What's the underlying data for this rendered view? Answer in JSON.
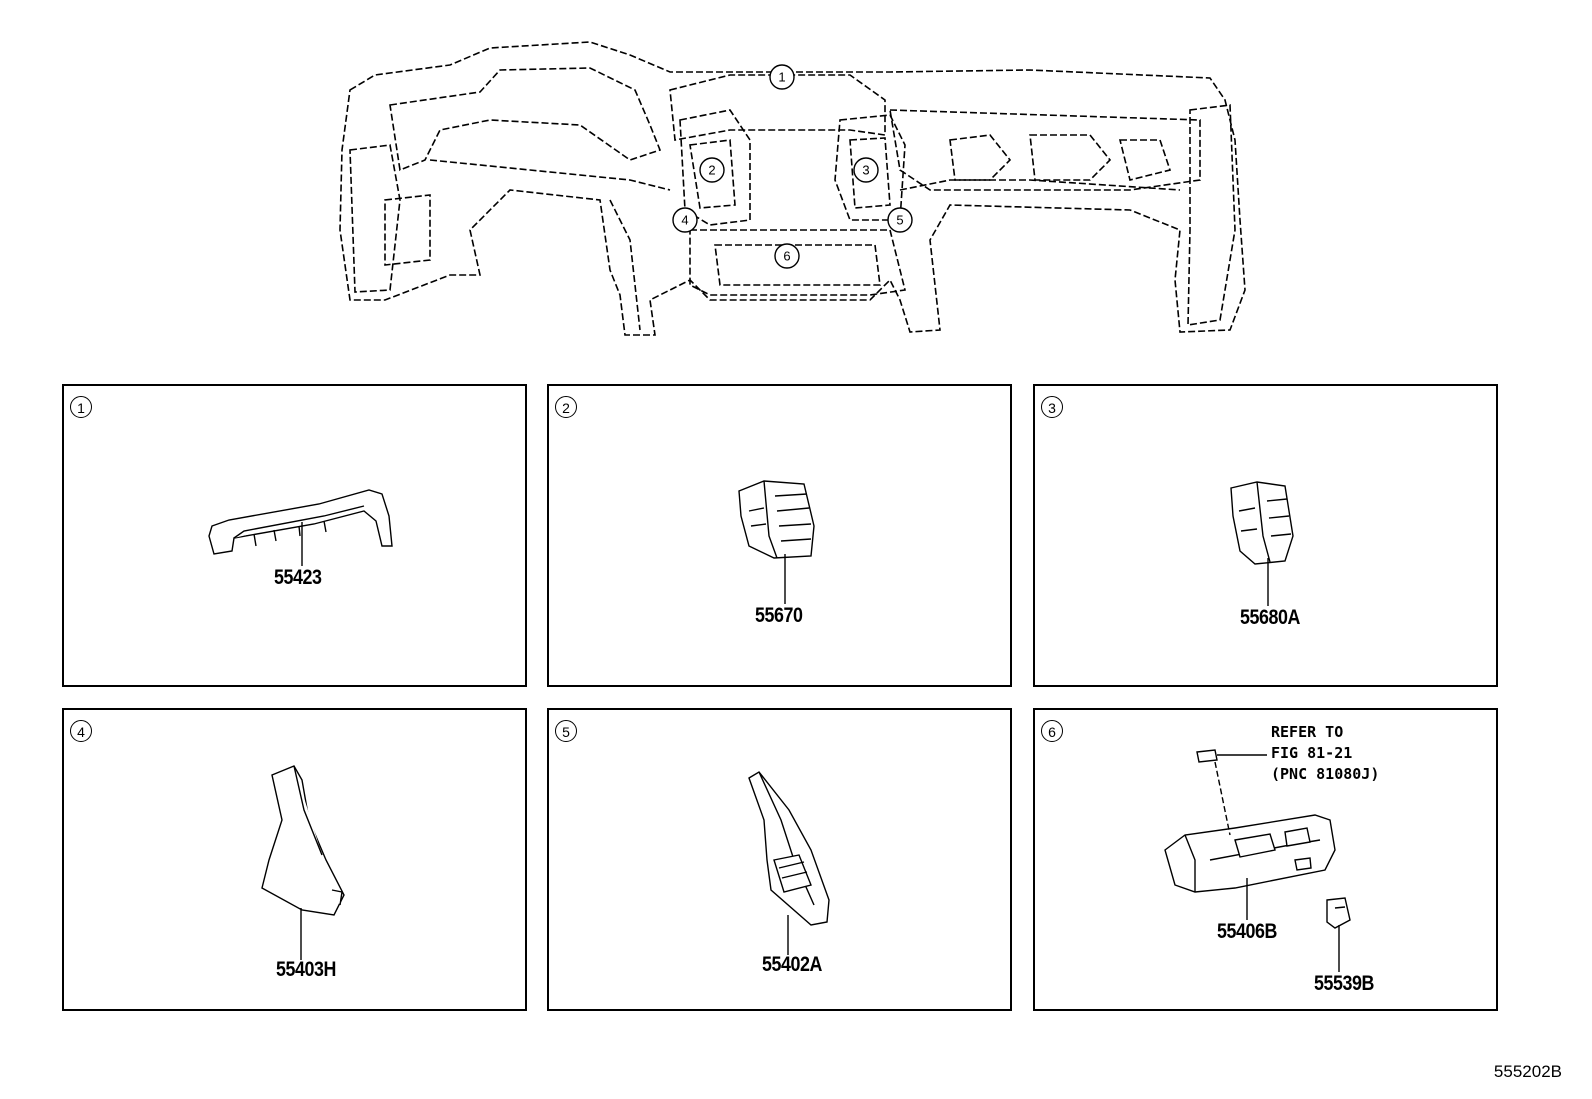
{
  "overview": {
    "callouts": [
      "1",
      "2",
      "3",
      "4",
      "5",
      "6"
    ]
  },
  "panels": [
    {
      "num": "1",
      "parts": [
        "55423"
      ]
    },
    {
      "num": "2",
      "parts": [
        "55670"
      ]
    },
    {
      "num": "3",
      "parts": [
        "55680A"
      ]
    },
    {
      "num": "4",
      "parts": [
        "55403H"
      ]
    },
    {
      "num": "5",
      "parts": [
        "55402A"
      ]
    },
    {
      "num": "6",
      "parts": [
        "55406B",
        "55539B"
      ],
      "refer": [
        "REFER TO",
        "FIG 81-21",
        "(PNC 81080J)"
      ]
    }
  ],
  "figure_id": "555202B"
}
